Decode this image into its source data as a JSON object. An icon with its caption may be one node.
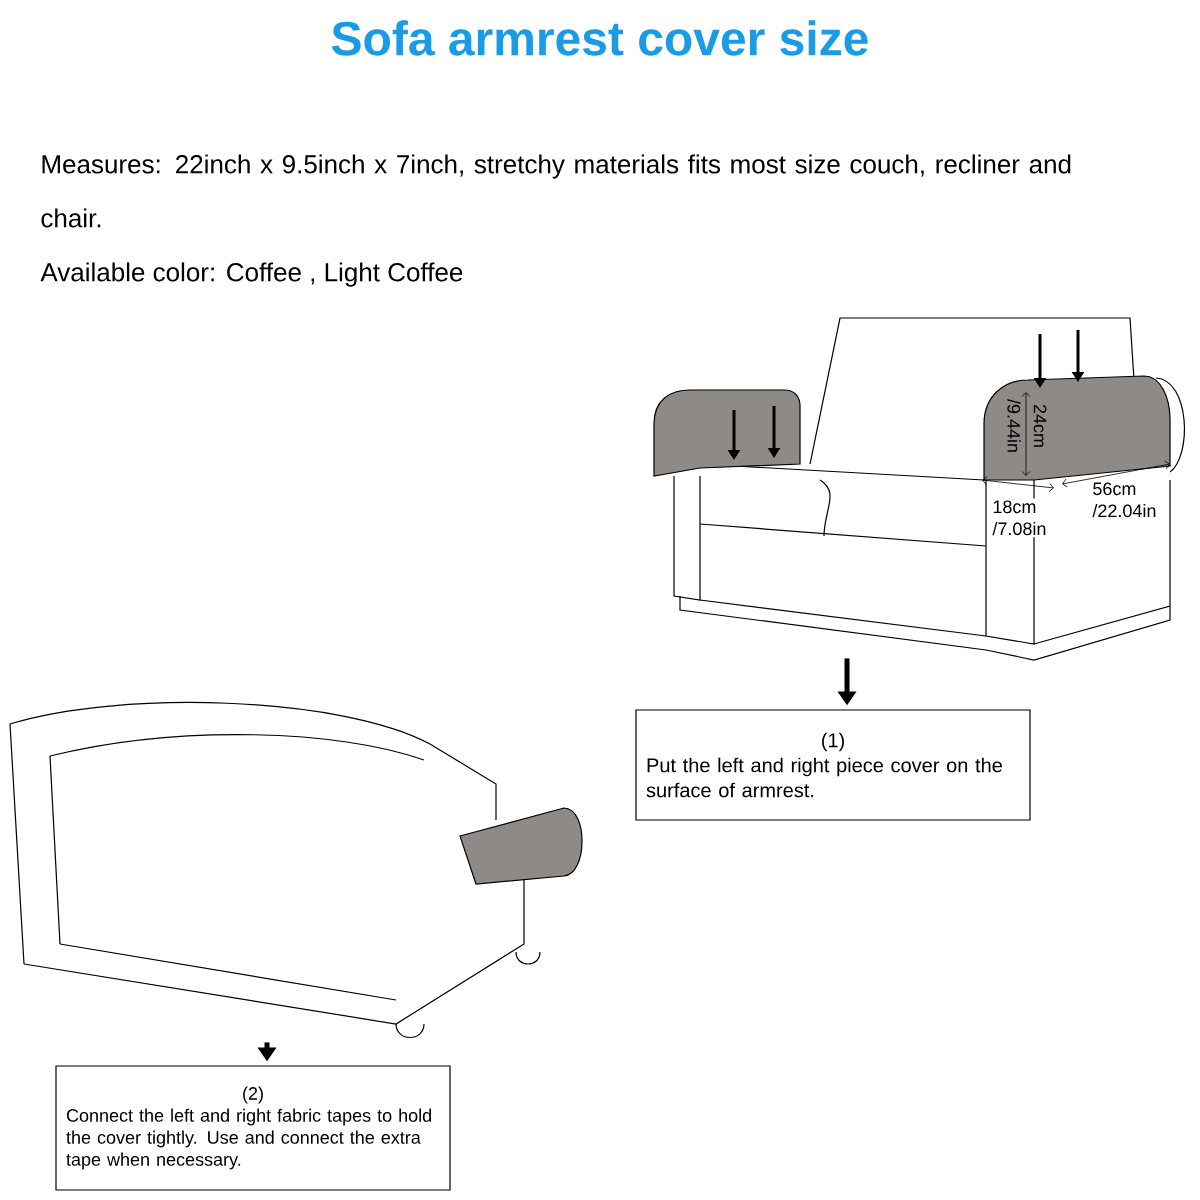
{
  "diagram": {
    "title": "Sofa armrest cover size",
    "nodes": [
      {
        "text": [],
        "shape": "picture"
      },
      {
        "text": [
          "(1)",
          "Put the left and right piece cover on the surface of armrest."
        ]
      },
      {
        "text": [],
        "shape": "picture"
      },
      {
        "text": [
          "(2)",
          "Connect the left and right fabric tapes to hold the cover tightly.  Use and connect the extra tape when necessary."
        ]
      }
    ],
    "edges": [
      {
        "from": 0,
        "to": 1,
        "arrow": "to"
      },
      {
        "from": 2,
        "to": 3,
        "arrow": "to"
      }
    ],
    "labels": [
      "Measures:  22inch x 9.5inch x 7inch, stretchy materials fits most size couch, recliner and chair.",
      "Available color: Coffee ,  Light Coffee",
      "/9.44in",
      "24cm",
      "18cm /7.08in",
      "56cm /22.04in"
    ]
  }
}
